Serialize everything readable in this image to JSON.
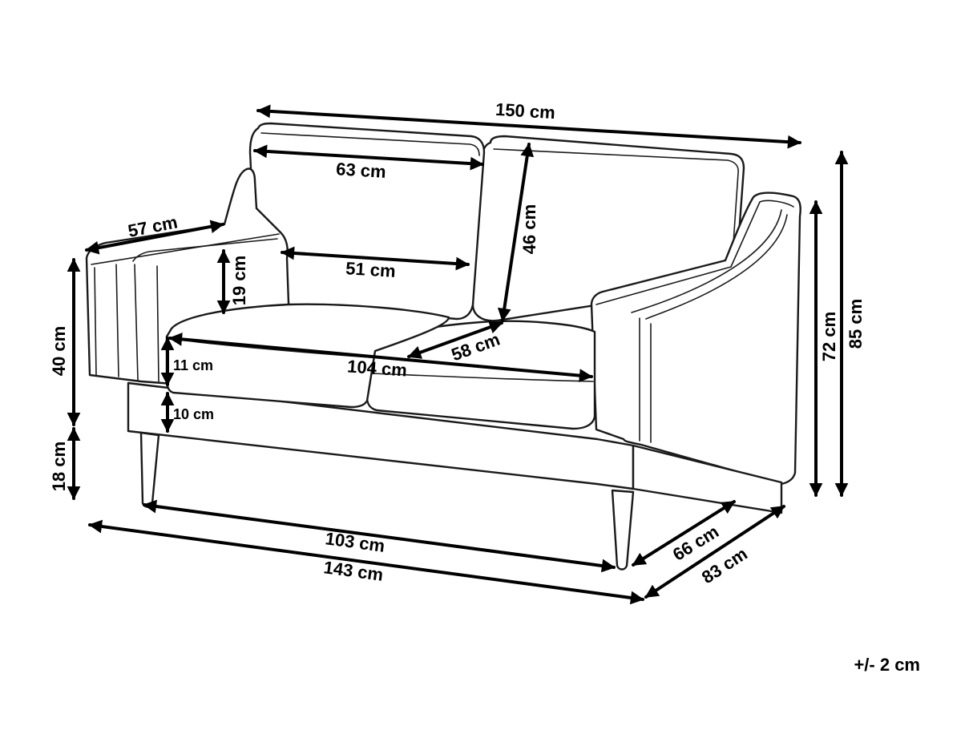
{
  "dimensions": {
    "total_width": "150 cm",
    "backrest_cushion_width": "63 cm",
    "backrest_height": "46 cm",
    "armrest_depth": "57 cm",
    "armrest_above_seat": "19 cm",
    "seat_between_arms": "51 cm",
    "seat_depth": "58 cm",
    "seat_width": "104 cm",
    "cushion_thickness": "11 cm",
    "frame_height": "10 cm",
    "armrest_height": "40 cm",
    "leg_height": "18 cm",
    "leg_span_width": "103 cm",
    "base_width": "143 cm",
    "leg_span_depth": "66 cm",
    "total_depth": "83 cm",
    "seat_height_back": "72 cm",
    "total_height": "85 cm"
  },
  "tolerance": "+/- 2 cm",
  "colors": {
    "line": "#000000",
    "background": "#ffffff"
  }
}
